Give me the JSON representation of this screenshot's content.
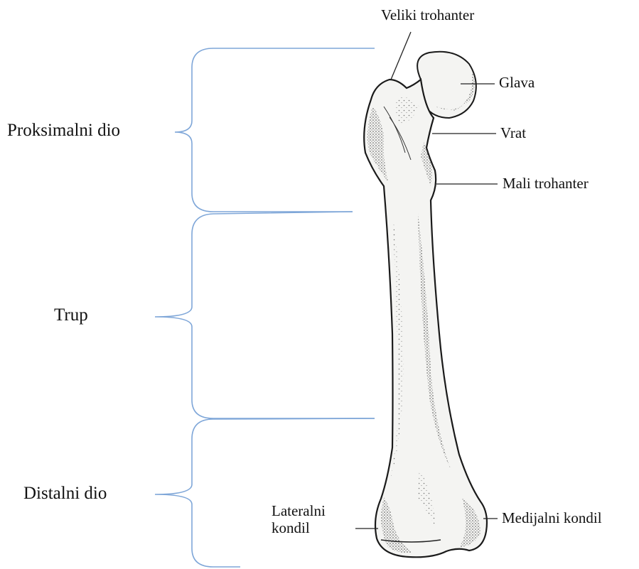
{
  "regions": {
    "proximal": "Proksimalni dio",
    "shaft": "Trup",
    "distal": "Distalni dio"
  },
  "parts": {
    "greater_trochanter": "Veliki trohanter",
    "head": "Glava",
    "neck": "Vrat",
    "lesser_trochanter": "Mali trohanter",
    "lateral_condyle_line1": "Lateralni",
    "lateral_condyle_line2": "kondil",
    "medial_condyle": "Medijalni kondil"
  },
  "colors": {
    "bracket": "#7ea6d8",
    "leader": "#222222",
    "bone_fill": "#f4f4f2",
    "bone_stroke": "#1a1a1a",
    "text": "#111111"
  }
}
